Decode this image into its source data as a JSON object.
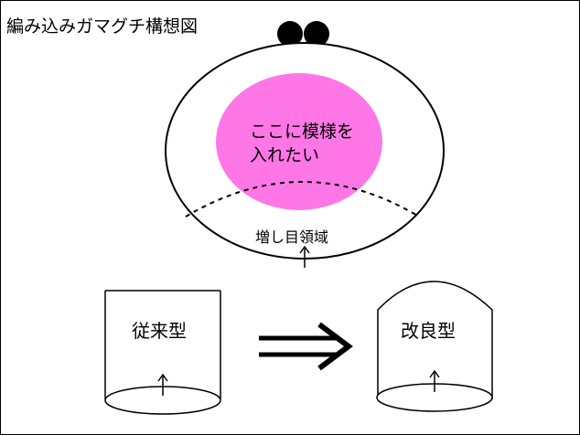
{
  "diagram": {
    "title": "編み込みガマグチ構想図",
    "pattern_area_text": "ここに模様を\n入れたい",
    "increase_area_label": "増し目領域",
    "conventional_label": "従来型",
    "improved_label": "改良型"
  },
  "colors": {
    "pink": "#ff77e6",
    "line": "#000000",
    "background": "#ffffff"
  },
  "glyphs": {
    "arrow_up": "↑"
  }
}
